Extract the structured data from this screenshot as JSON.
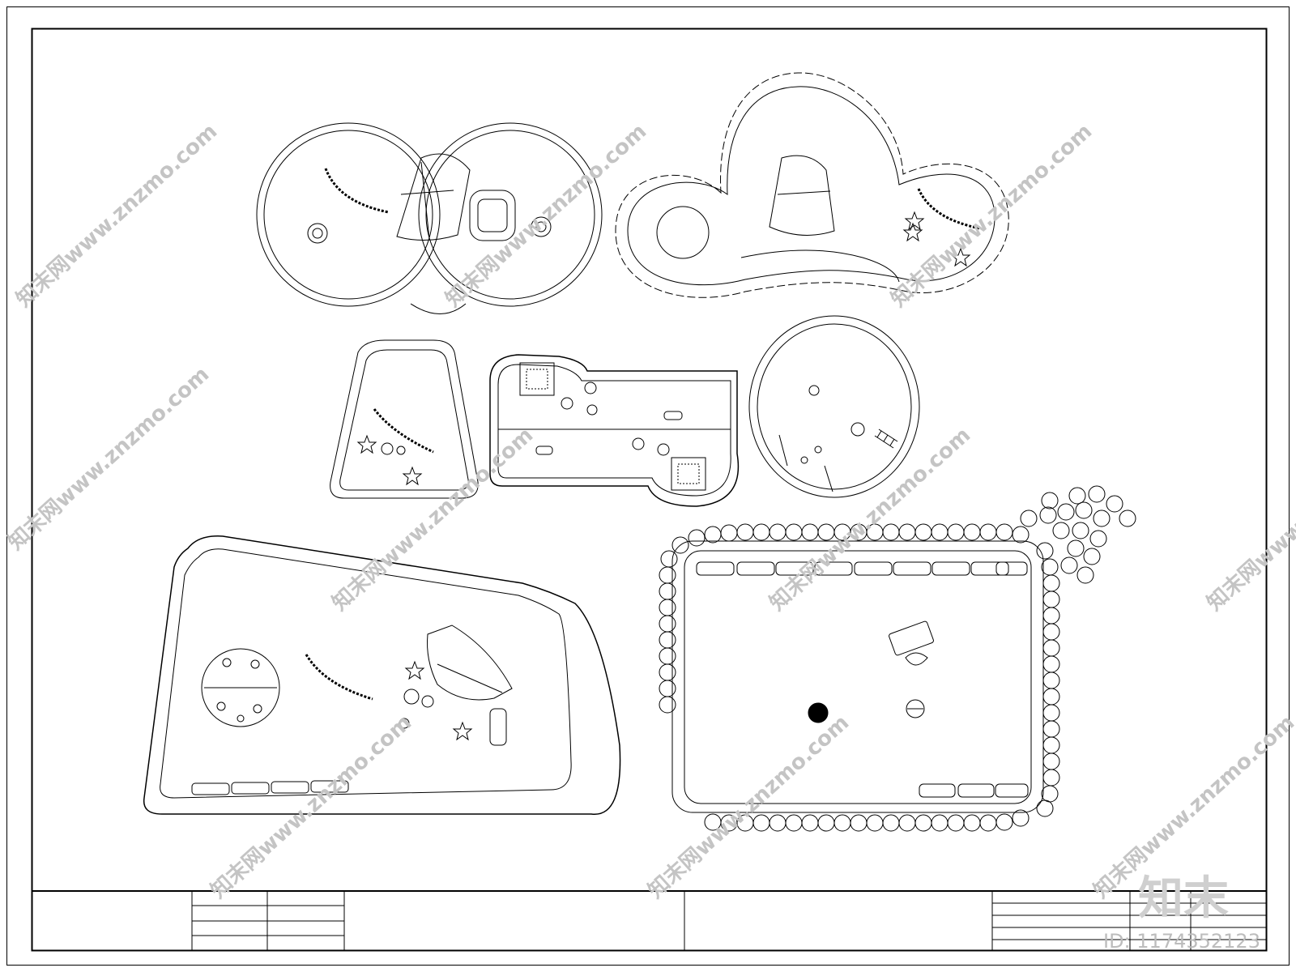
{
  "drawing": {
    "colors": {
      "line": "#000000",
      "paper": "#ffffff",
      "watermark": "#c4c4c4"
    },
    "plans": [
      {
        "name": "twin-circle-sand-playground",
        "items": [
          "umbrella",
          "sandbox",
          "caterpillar-seat",
          "stump",
          "stump"
        ]
      },
      {
        "name": "cloud-shaped-playground",
        "items": [
          "umbrella",
          "caterpillar-seat",
          "star",
          "star",
          "star"
        ]
      },
      {
        "name": "trapezoid-playground",
        "items": [
          "caterpillar-seat",
          "star",
          "star"
        ]
      },
      {
        "name": "bone-shaped-playground",
        "items": [
          "cargo-net",
          "cargo-net",
          "spring-rider",
          "spring-rider"
        ]
      },
      {
        "name": "oval-playground",
        "items": [
          "ladder",
          "spinner",
          "balance-log"
        ]
      },
      {
        "name": "quadrilateral-playground",
        "items": [
          "ladybug-dome",
          "caterpillar-seat",
          "umbrella",
          "star",
          "star",
          "slide"
        ]
      },
      {
        "name": "rectangular-playground",
        "items": [
          "bench",
          "ball",
          "tyre"
        ]
      }
    ]
  },
  "watermark": {
    "text": "知末网www.znzmo.com",
    "logo": "知末",
    "id": "ID: 1174352123"
  }
}
